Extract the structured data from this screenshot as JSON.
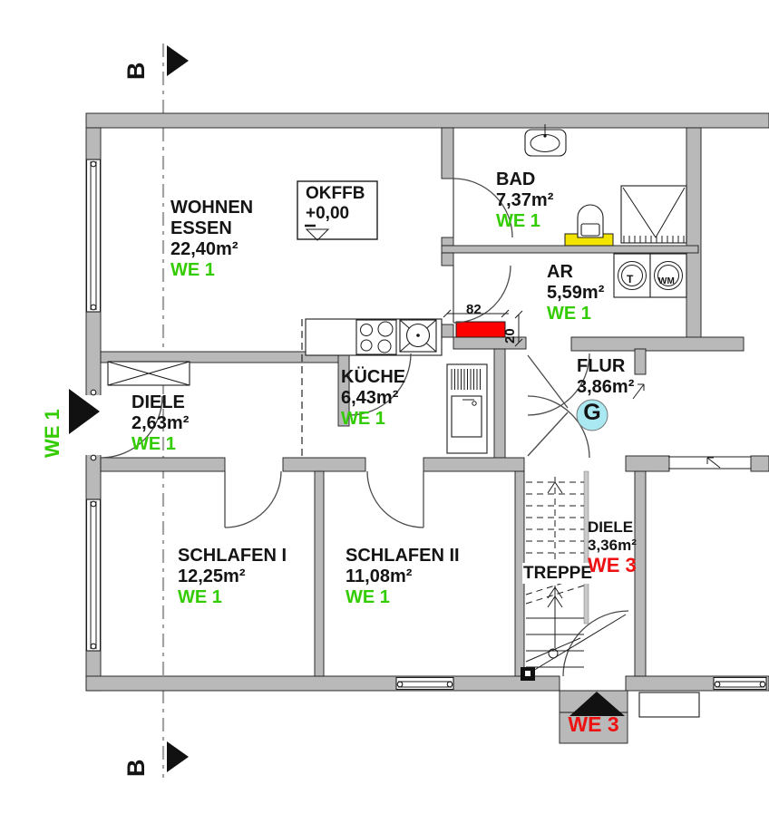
{
  "rooms": {
    "wohnen": {
      "name": "WOHNEN",
      "name2": "ESSEN",
      "area": "22,40m²",
      "unit": "WE 1"
    },
    "bad": {
      "name": "BAD",
      "area": "7,37m²",
      "unit": "WE 1"
    },
    "ar": {
      "name": "AR",
      "area": "5,59m²",
      "unit": "WE 1"
    },
    "kueche": {
      "name": "KÜCHE",
      "area": "6,43m²",
      "unit": "WE 1"
    },
    "diele_we1": {
      "name": "DIELE",
      "area": "2,63m²",
      "unit": "WE 1"
    },
    "flur": {
      "name": "FLUR",
      "area": "3,86m²"
    },
    "schlafen1": {
      "name": "SCHLAFEN I",
      "area": "12,25m²",
      "unit": "WE 1"
    },
    "schlafen2": {
      "name": "SCHLAFEN II",
      "area": "11,08m²",
      "unit": "WE 1"
    },
    "diele_we3": {
      "name": "DIELE",
      "area": "3,36m²",
      "unit": "WE 3"
    },
    "treppe": {
      "name": "TREPPE"
    }
  },
  "level_box": {
    "label": "OKFFB",
    "value": "+0,00"
  },
  "dimensions": {
    "width": "82",
    "height": "20"
  },
  "appliances": {
    "dryer": "T",
    "washer": "WM"
  },
  "markers": {
    "section_top": "B",
    "section_bottom": "B",
    "entry_we1": "WE 1",
    "entry_we3": "WE 3",
    "grid": "G"
  },
  "colors": {
    "we1_green": "#33cc00",
    "we3_red": "#ee1111",
    "wall_grey": "#b9b9b9",
    "grid_badge_cyan": "#abe9f2",
    "lintel_red": "#ff0000",
    "toilet_yellow": "#f2e400"
  }
}
